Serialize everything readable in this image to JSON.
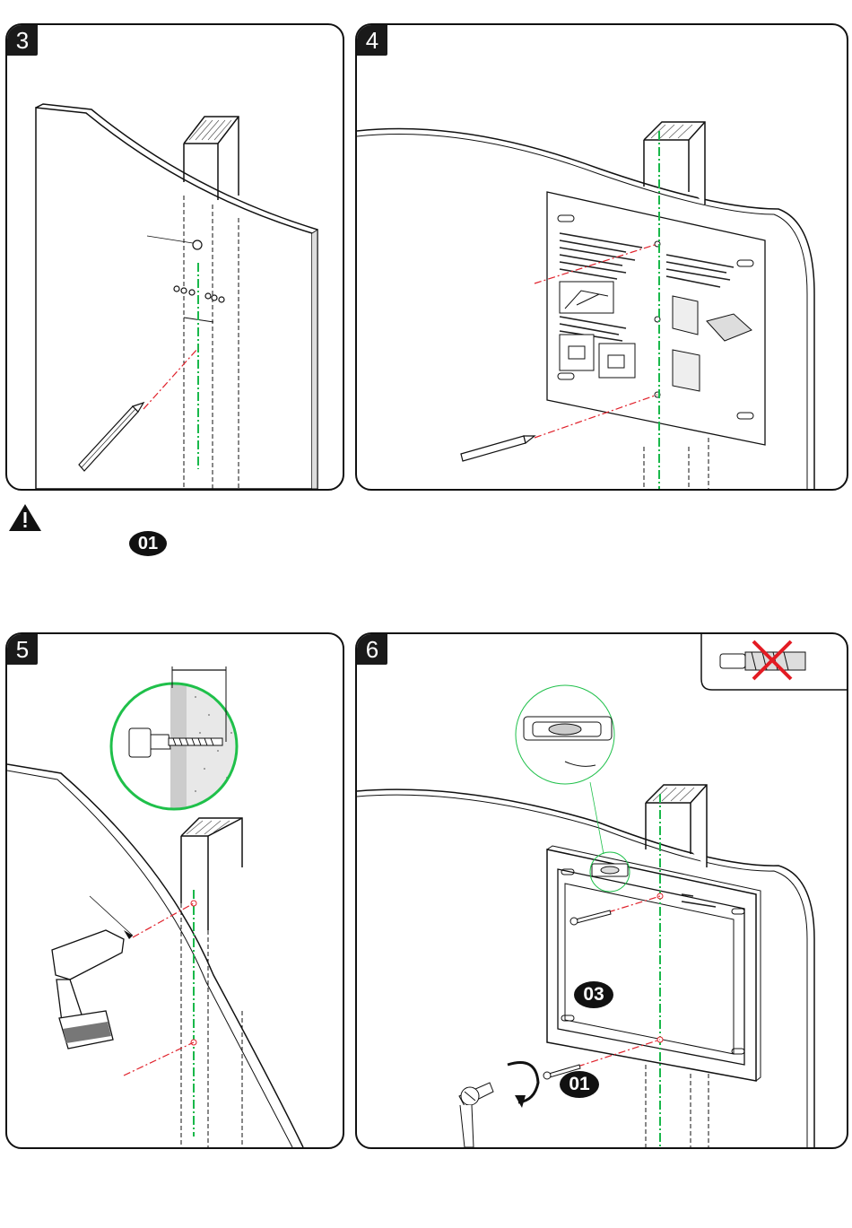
{
  "steps": {
    "step3": "3",
    "step4": "4",
    "step5": "5",
    "step6": "6"
  },
  "badges": {
    "screw_warning": "01",
    "bracket_part": "03",
    "screw_part": "01"
  },
  "icons": [
    "warning-icon",
    "pencil-icon",
    "drill-icon",
    "wrench-icon",
    "level-icon",
    "no-anchor-icon",
    "rotate-arrow-icon"
  ],
  "colors": {
    "stud_line": "#19b84a",
    "mark_line": "#e0202a",
    "outline": "#111111",
    "callout": "#1fc04a",
    "cross": "#e31b23"
  }
}
